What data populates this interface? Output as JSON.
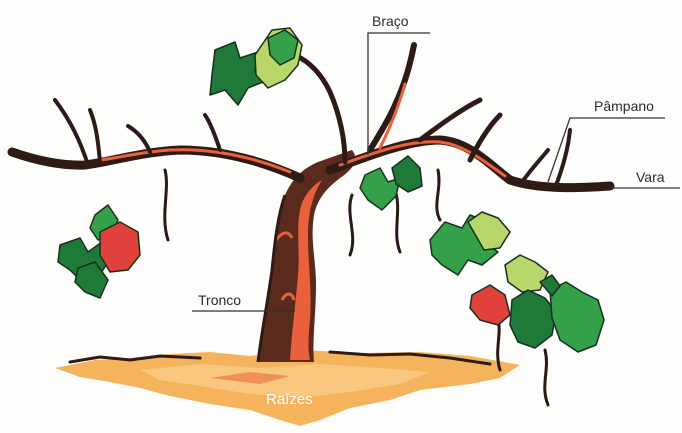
{
  "diagram": {
    "labels": {
      "braco": "Braço",
      "pampano": "Pâmpano",
      "vara": "Vara",
      "tronco": "Tronco",
      "raizes": "Raízes"
    },
    "colors": {
      "soil": "#f5b35c",
      "soil_light": "#fbd08b",
      "trunk_dark": "#5a2a1d",
      "bark_red": "#e8603c",
      "branch_dark": "#2e1b16",
      "leaf_dark": "#1f7a3a",
      "leaf_mid": "#35a04a",
      "leaf_light": "#b9d66a",
      "leaf_red": "#e0413a",
      "tendril": "#2a1a14"
    }
  }
}
